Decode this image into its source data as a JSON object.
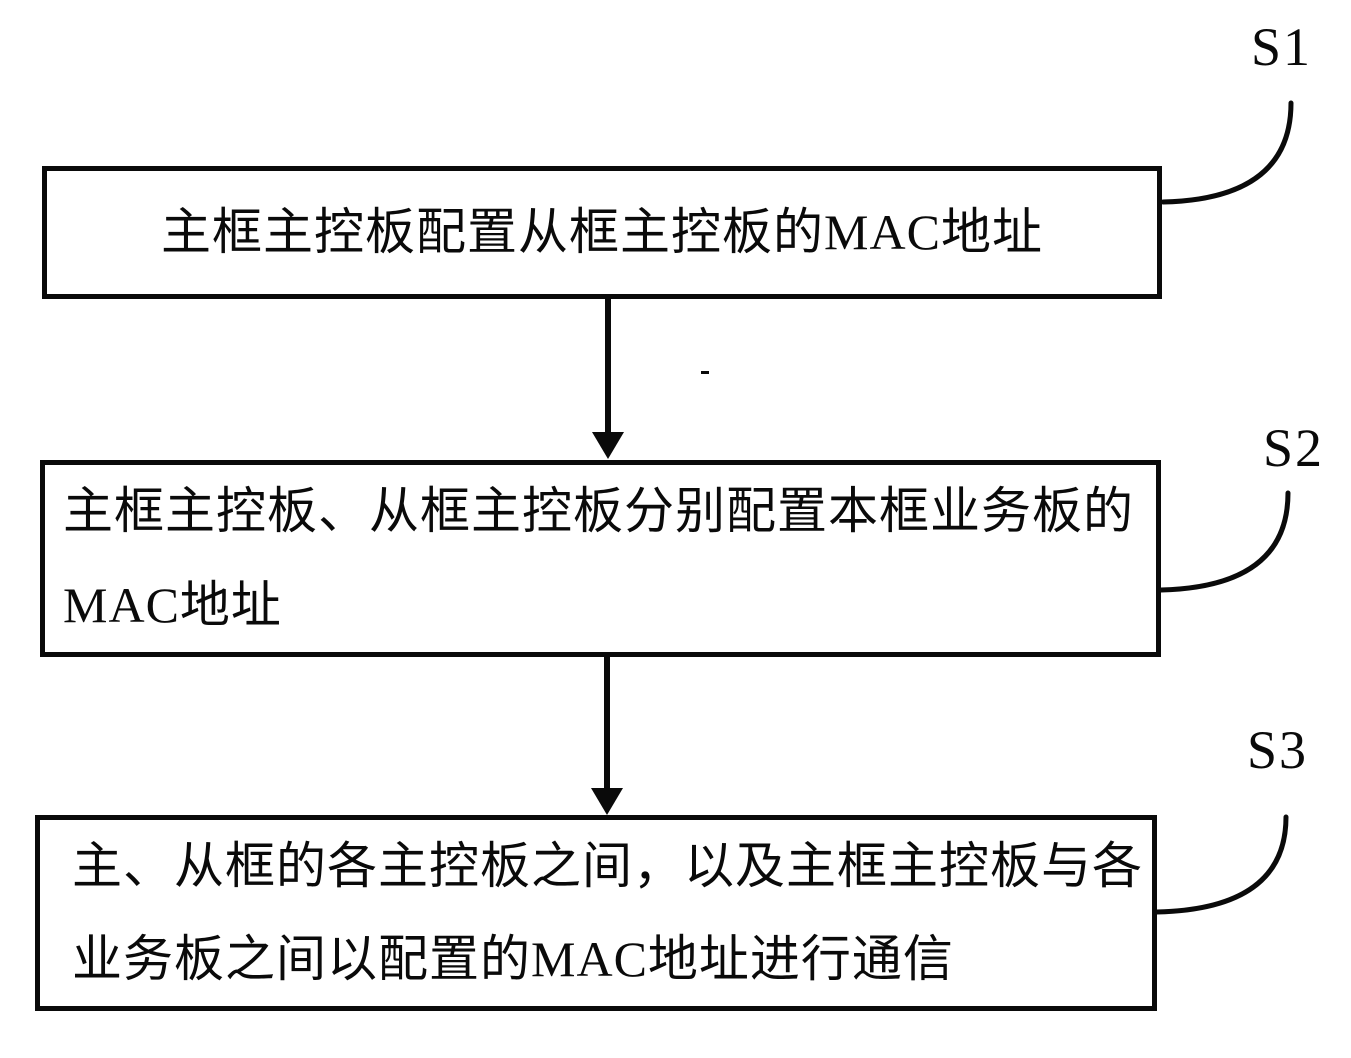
{
  "figure": {
    "background": "#ffffff",
    "ink": "#0a0a0a",
    "type": "patent-flowchart"
  },
  "steps": [
    {
      "label": "S1",
      "lines": [
        "主框主控板配置从框主控板的MAC地址"
      ]
    },
    {
      "label": "S2",
      "lines": [
        "主框主控板、从框主控板分别配置本框业务板的",
        "MAC地址"
      ]
    },
    {
      "label": "S3",
      "lines": [
        "主、从框的各主控板之间，以及主框主控板与各",
        "业务板之间以配置的MAC地址进行通信"
      ]
    }
  ]
}
